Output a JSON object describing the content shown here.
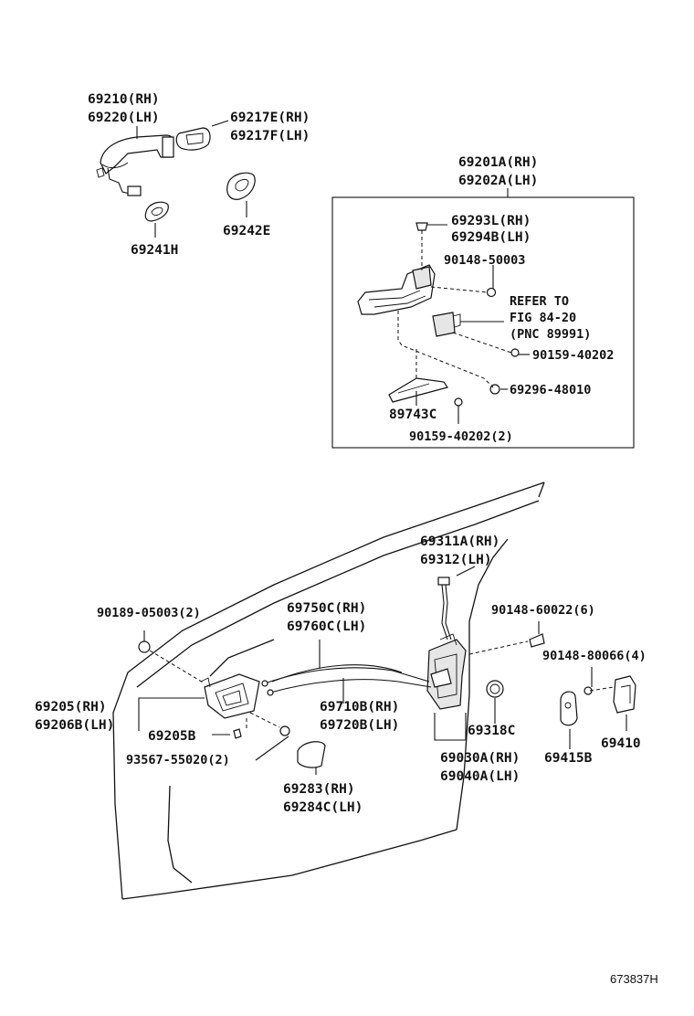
{
  "diagram": {
    "reference_code": "673837H",
    "outside_handle": {
      "rh": "69210(RH)",
      "lh": "69220(LH)"
    },
    "handle_cover": {
      "rh": "69217E(RH)",
      "lh": "69217F(LH)"
    },
    "pad_front": "69241H",
    "pad_rear": "69242E",
    "frame_assembly": {
      "rh": "69201A(RH)",
      "lh": "69202A(LH)"
    },
    "frame_cap": {
      "rh": "69293L(RH)",
      "lh": "69294B(LH)"
    },
    "screw_90148_50003": "90148-50003",
    "refer_to": {
      "line1": "REFER TO",
      "line2": "FIG 84-20",
      "line3": "(PNC 89991)"
    },
    "screw_90159_upper": "90159-40202",
    "bolt_69296": "69296-48010",
    "bracket_89743": "89743C",
    "screw_90159_lower": "90159-40202(2)",
    "lock_rod": {
      "rh": "69311A(RH)",
      "lh": "69312(LH)"
    },
    "screw_90189": "90189-05003(2)",
    "cable_outer": {
      "rh": "69750C(RH)",
      "lh": "69760C(LH)"
    },
    "screw_90148_60022": "90148-60022(6)",
    "screw_90148_80066": "90148-80066(4)",
    "inside_handle": {
      "rh": "69205(RH)",
      "lh": "69206B(LH)"
    },
    "inside_handle_cap": "69205B",
    "cable_inner": {
      "rh": "69710B(RH)",
      "lh": "69720B(LH)"
    },
    "grommet": "69318C",
    "striker": "69410",
    "screw_93567": "93567-55020(2)",
    "bezel": {
      "rh": "69283(RH)",
      "lh": "69284C(LH)"
    },
    "door_lock": {
      "rh": "69030A(RH)",
      "lh": "69040A(LH)"
    },
    "striker_plate": "69415B"
  }
}
